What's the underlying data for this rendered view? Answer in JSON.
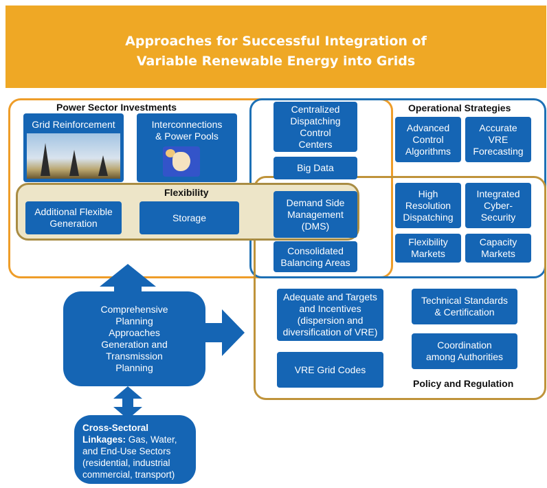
{
  "header": {
    "title_line1": "Approaches for Successful Integration of",
    "title_line2": "Variable Renewable Energy into Grids"
  },
  "power_sector": {
    "label": "Power Sector Investments",
    "grid_reinforcement": "Grid Reinforcement",
    "interconnections_l1": "Interconnections",
    "interconnections_l2": "& Power Pools"
  },
  "flexibility": {
    "label": "Flexibility",
    "additional_l1": "Additional Flexible",
    "additional_l2": "Generation",
    "storage": "Storage",
    "dsm_l1": "Demand Side",
    "dsm_l2": "Management",
    "dsm_l3": "(DMS)"
  },
  "center_column": {
    "centralized_l1": "Centralized",
    "centralized_l2": "Dispatching",
    "centralized_l3": "Control",
    "centralized_l4": "Centers",
    "big_data": "Big Data",
    "consolidated_l1": "Consolidated",
    "consolidated_l2": "Balancing Areas"
  },
  "operational": {
    "label": "Operational Strategies",
    "advanced_l1": "Advanced",
    "advanced_l2": "Control",
    "advanced_l3": "Algorithms",
    "accurate_l1": "Accurate",
    "accurate_l2": "VRE",
    "accurate_l3": "Forecasting",
    "high_res_l1": "High",
    "high_res_l2": "Resolution",
    "high_res_l3": "Dispatching",
    "cyber_l1": "Integrated",
    "cyber_l2": "Cyber-",
    "cyber_l3": "Security",
    "flex_markets_l1": "Flexibility",
    "flex_markets_l2": "Markets",
    "capacity_l1": "Capacity",
    "capacity_l2": "Markets"
  },
  "policy": {
    "label": "Policy and Regulation",
    "targets_l1": "Adequate and Targets",
    "targets_l2": "and Incentives",
    "targets_l3": "(dispersion and",
    "targets_l4": "diversification of VRE)",
    "grid_codes": "VRE Grid Codes",
    "standards_l1": "Technical Standards",
    "standards_l2": "& Certification",
    "coordination_l1": "Coordination",
    "coordination_l2": "among Authorities"
  },
  "planning": {
    "l1": "Comprehensive",
    "l2": "Planning",
    "l3": "Approaches",
    "l4": "Generation and",
    "l5": "Transmission",
    "l6": "Planning"
  },
  "cross_sectoral": {
    "l1_bold": "Cross-Sectoral",
    "l2_bold": "Linkages:",
    "l2_rest": " Gas, Water,",
    "l3": "and End-Use Sectors",
    "l4": "(residential, industrial",
    "l5": "commercial, transport)"
  },
  "colors": {
    "header": "#efa825",
    "box_blue": "#1565b4",
    "power_border": "#ee9d29",
    "ops_border": "#1d70b5",
    "flex_fill": "#ede5c8",
    "policy_border": "#bf933a"
  }
}
